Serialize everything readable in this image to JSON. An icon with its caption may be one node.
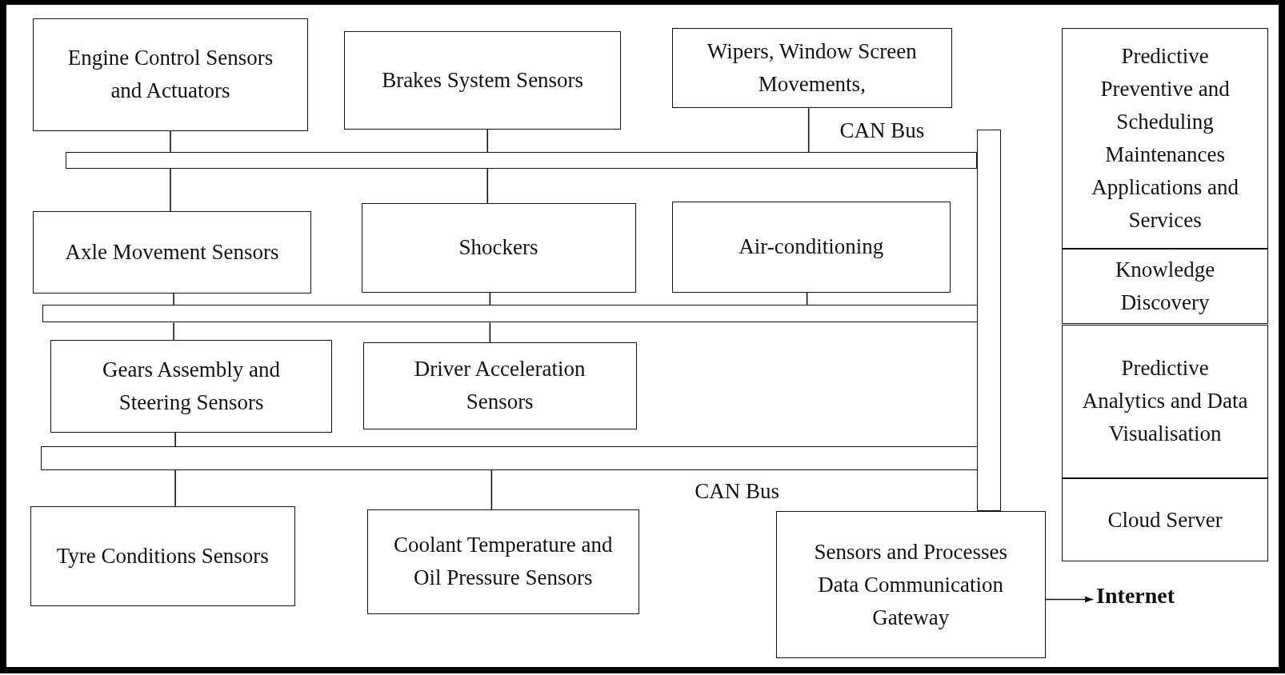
{
  "diagram": {
    "nodes": [
      {
        "text": [
          "Engine Control Sensors and Actuators"
        ]
      },
      {
        "text": [
          "Brakes System Sensors"
        ]
      },
      {
        "text": [
          "Wipers, Window Screen Movements,"
        ]
      },
      {
        "text": [
          "Predictive Preventive and Scheduling Maintenances Applications and Services"
        ]
      },
      {
        "text": [],
        "shape": "bar"
      },
      {
        "text": [],
        "shape": "bar"
      },
      {
        "text": [
          "Axle Movement Sensors"
        ]
      },
      {
        "text": [
          "Shockers"
        ]
      },
      {
        "text": [
          "Air-conditioning"
        ]
      },
      {
        "text": [
          "Knowledge Discovery"
        ]
      },
      {
        "text": [],
        "shape": "bar"
      },
      {
        "text": [
          "Gears Assembly and Steering Sensors"
        ]
      },
      {
        "text": [
          "Driver Acceleration Sensors"
        ]
      },
      {
        "text": [
          "Predictive Analytics and Data Visualisation"
        ]
      },
      {
        "text": [],
        "shape": "bar"
      },
      {
        "text": [
          "Tyre Conditions Sensors"
        ]
      },
      {
        "text": [
          "Coolant Temperature and Oil Pressure Sensors"
        ]
      },
      {
        "text": [
          "Cloud Server"
        ]
      },
      {
        "text": [
          "Sensors and Processes Data Communication Gateway"
        ]
      },
      {
        "text": [
          "Internet"
        ]
      }
    ],
    "edges": [
      {
        "from": 0,
        "to": 4,
        "arrow": "none"
      },
      {
        "from": 1,
        "to": 4,
        "arrow": "none"
      },
      {
        "from": 2,
        "to": 4,
        "arrow": "none"
      },
      {
        "from": 4,
        "to": 6,
        "arrow": "none"
      },
      {
        "from": 4,
        "to": 7,
        "arrow": "none"
      },
      {
        "from": 6,
        "to": 10,
        "arrow": "none"
      },
      {
        "from": 7,
        "to": 10,
        "arrow": "none"
      },
      {
        "from": 8,
        "to": 10,
        "arrow": "none"
      },
      {
        "from": 10,
        "to": 11,
        "arrow": "none"
      },
      {
        "from": 10,
        "to": 12,
        "arrow": "none"
      },
      {
        "from": 11,
        "to": 14,
        "arrow": "none"
      },
      {
        "from": 14,
        "to": 15,
        "arrow": "none"
      },
      {
        "from": 14,
        "to": 16,
        "arrow": "none"
      },
      {
        "from": 18,
        "to": 19,
        "arrow": "to"
      }
    ],
    "labels": [
      "CAN Bus",
      "CAN Bus"
    ]
  }
}
